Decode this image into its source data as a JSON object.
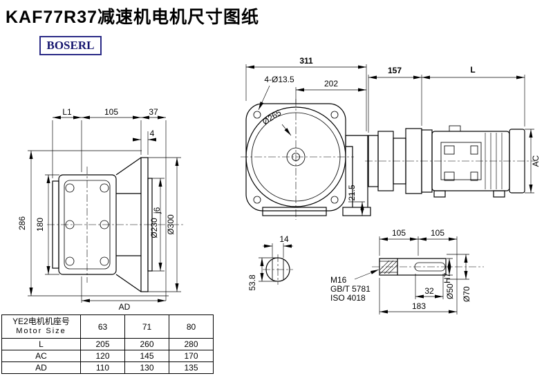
{
  "title": "KAF77R37减速机电机尺寸图纸",
  "logo": "BOSERL",
  "colors": {
    "line": "#000000",
    "logo_border": "#2a2a86"
  },
  "side_view": {
    "l1": "L1",
    "d105": "105",
    "d37": "37",
    "d4": "4",
    "d286": "286",
    "d180": "180",
    "d230": "Ø230",
    "d230_tol": "j6",
    "d300": "Ø300",
    "ad": "AD"
  },
  "front_view": {
    "d311": "311",
    "d202": "202",
    "holes": "4-Ø13.5",
    "d265": "Ø265",
    "d21_5": "21.5"
  },
  "motor_view": {
    "d157": "157",
    "l": "L",
    "ac": "AC"
  },
  "shaft_section": {
    "d14": "14",
    "d53_8": "53.8"
  },
  "shaft_detail": {
    "d105a": "105",
    "d105b": "105",
    "thread": "M16",
    "std1": "GB/T 5781",
    "std2": "ISO 4018",
    "d32": "32",
    "d183": "183",
    "d50": "Ø50",
    "d50_tol": "H7",
    "d70": "Ø70"
  },
  "table": {
    "header_cn": "YE2电机机座号",
    "header_en": "Motor Size",
    "sizes": [
      "63",
      "71",
      "80"
    ],
    "rows": [
      {
        "label": "L",
        "values": [
          "205",
          "260",
          "280"
        ]
      },
      {
        "label": "AC",
        "values": [
          "120",
          "145",
          "170"
        ]
      },
      {
        "label": "AD",
        "values": [
          "110",
          "130",
          "135"
        ]
      }
    ]
  }
}
